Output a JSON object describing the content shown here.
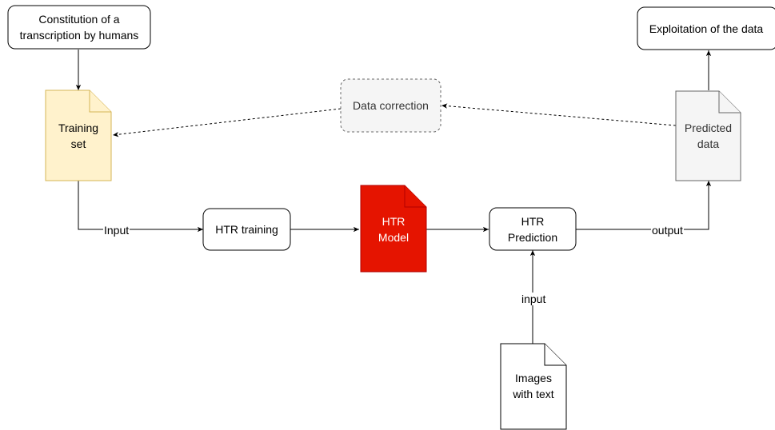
{
  "nodes": {
    "constitution": {
      "lines": [
        "Constitution of a",
        "transcription by humans"
      ]
    },
    "exploitation": {
      "lines": [
        "Exploitation of the data"
      ]
    },
    "training_set": {
      "lines": [
        "Training",
        "set"
      ]
    },
    "data_correction": {
      "lines": [
        "Data correction"
      ]
    },
    "predicted_data": {
      "lines": [
        "Predicted",
        "data"
      ]
    },
    "htr_training": {
      "lines": [
        "HTR training"
      ]
    },
    "htr_model": {
      "lines": [
        "HTR",
        "Model"
      ]
    },
    "htr_prediction": {
      "lines": [
        "HTR",
        "Prediction"
      ]
    },
    "images_with_text": {
      "lines": [
        "Images",
        "with text"
      ]
    }
  },
  "edges": {
    "input_training": "Input",
    "output_prediction": "output",
    "input_images": "input"
  },
  "colors": {
    "training_set_fill": "#fff2cc",
    "training_set_stroke": "#d6b656",
    "model_fill": "#e51400",
    "model_stroke": "#b20000",
    "model_text": "#ffffff",
    "grey_fill": "#f5f5f5",
    "grey_stroke": "#666666",
    "stroke": "#000000"
  }
}
